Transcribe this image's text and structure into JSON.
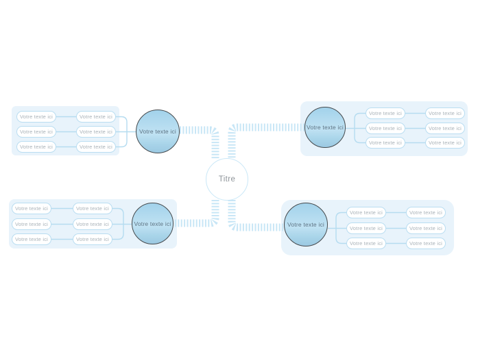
{
  "center": {
    "label": "Titre"
  },
  "branches": [
    {
      "position": "top-left",
      "node": "Votre texte ici",
      "leaves": [
        "Votre texte ici",
        "Votre texte ici",
        "Votre texte ici",
        "Votre texte ici",
        "Votre texte ici",
        "Votre texte ici"
      ]
    },
    {
      "position": "top-right",
      "node": "Votre texte ici",
      "leaves": [
        "Votre texte ici",
        "Votre texte ici",
        "Votre texte ici",
        "Votre texte ici",
        "Votre texte ici",
        "Votre texte ici"
      ]
    },
    {
      "position": "bottom-left",
      "node": "Votre texte ici",
      "leaves": [
        "Votre texte ici",
        "Votre texte ici",
        "Votre texte ici",
        "Votre texte ici",
        "Votre texte ici",
        "Votre texte ici"
      ]
    },
    {
      "position": "bottom-right",
      "node": "Votre texte ici",
      "leaves": [
        "Votre texte ici",
        "Votre texte ici",
        "Votre texte ici",
        "Votre texte ici",
        "Votre texte ici",
        "Votre texte ici"
      ]
    }
  ],
  "colors": {
    "canvas_bg": "#ffffff",
    "panel_bg": "#e8f3fb",
    "pill_border": "#b9ddf1",
    "pill_text": "#a9b2b8",
    "branch_fill": "#aed8ee",
    "branch_border": "#45494c",
    "branch_text": "#5d7383",
    "center_border": "#c9e7f7",
    "center_text": "#8d9398",
    "hatched_connector": "#c8e6f6",
    "thin_connector": "#b5dcf0"
  }
}
